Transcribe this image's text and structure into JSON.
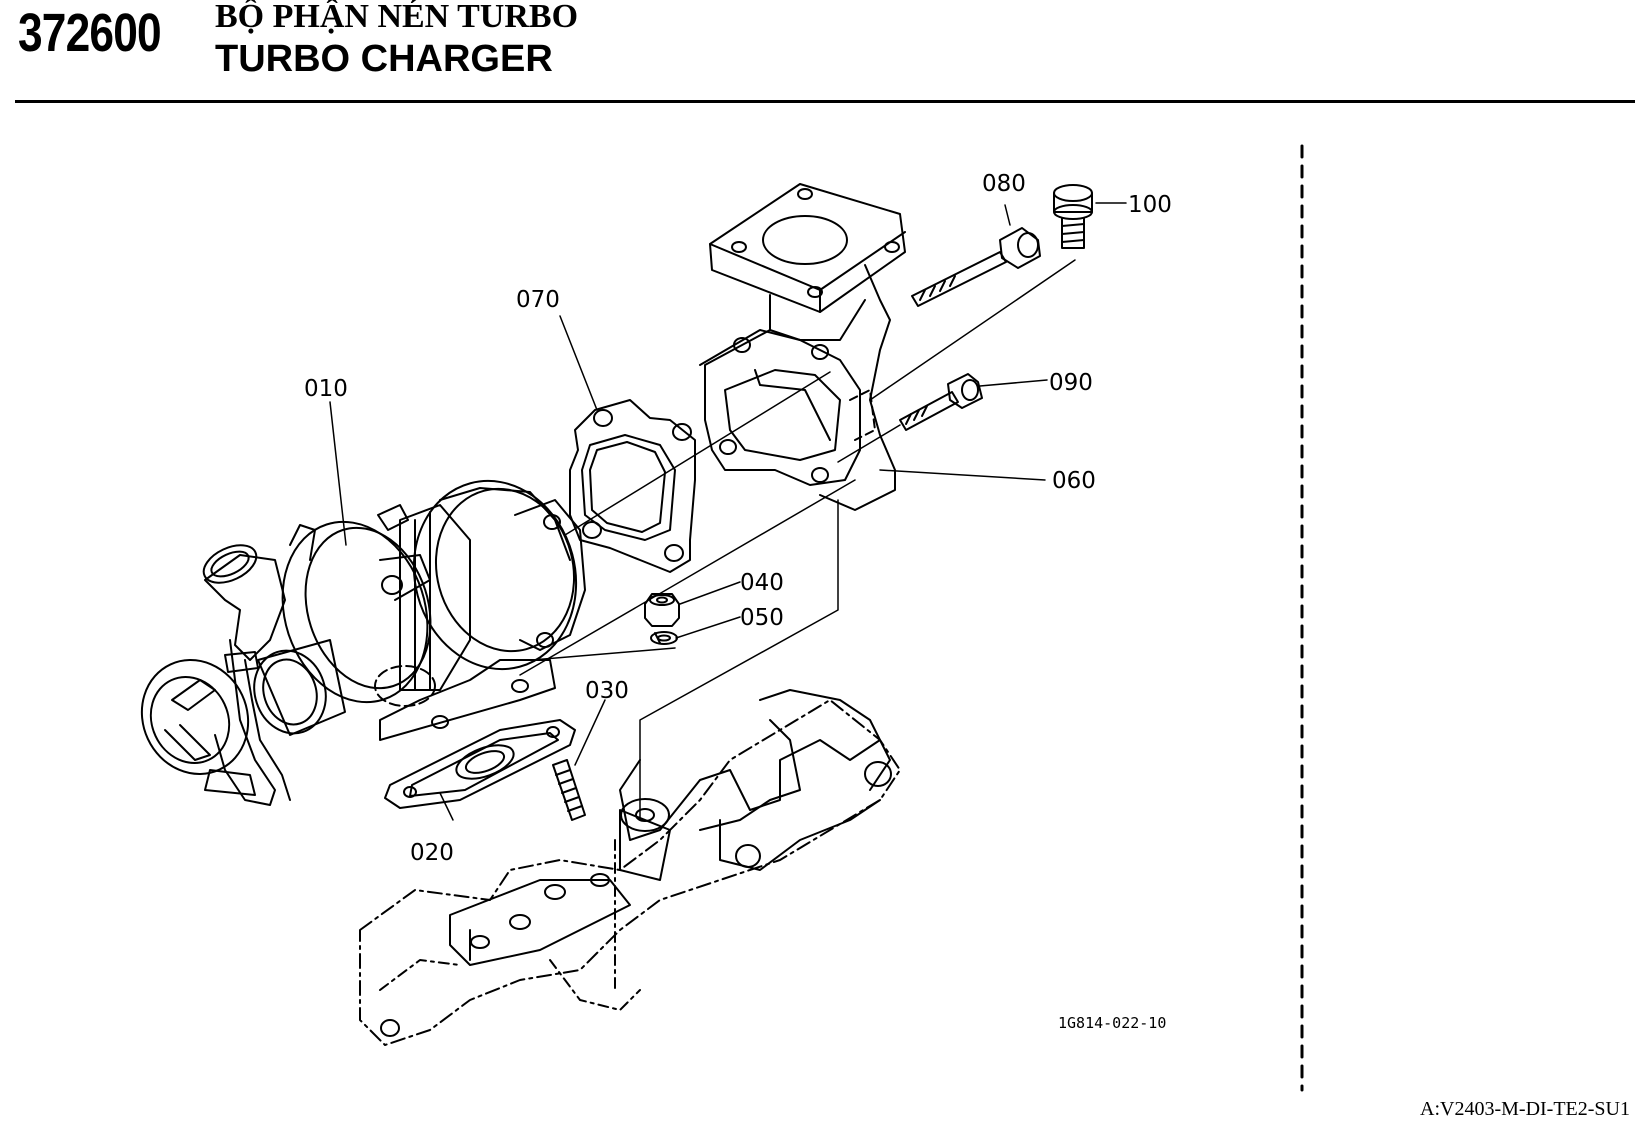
{
  "header": {
    "section_code": "372600",
    "title_vi": "BỘ PHẬN NÉN TURBO",
    "title_en": "TURBO CHARGER"
  },
  "diagram": {
    "callouts": {
      "p010": "010",
      "p020": "020",
      "p030": "030",
      "p040": "040",
      "p050": "050",
      "p060": "060",
      "p070": "070",
      "p080": "080",
      "p090": "090",
      "p100": "100"
    },
    "drawing_number": "1G814-022-10"
  },
  "footer": {
    "model_code": "A:V2403-M-DI-TE2-SU1"
  }
}
